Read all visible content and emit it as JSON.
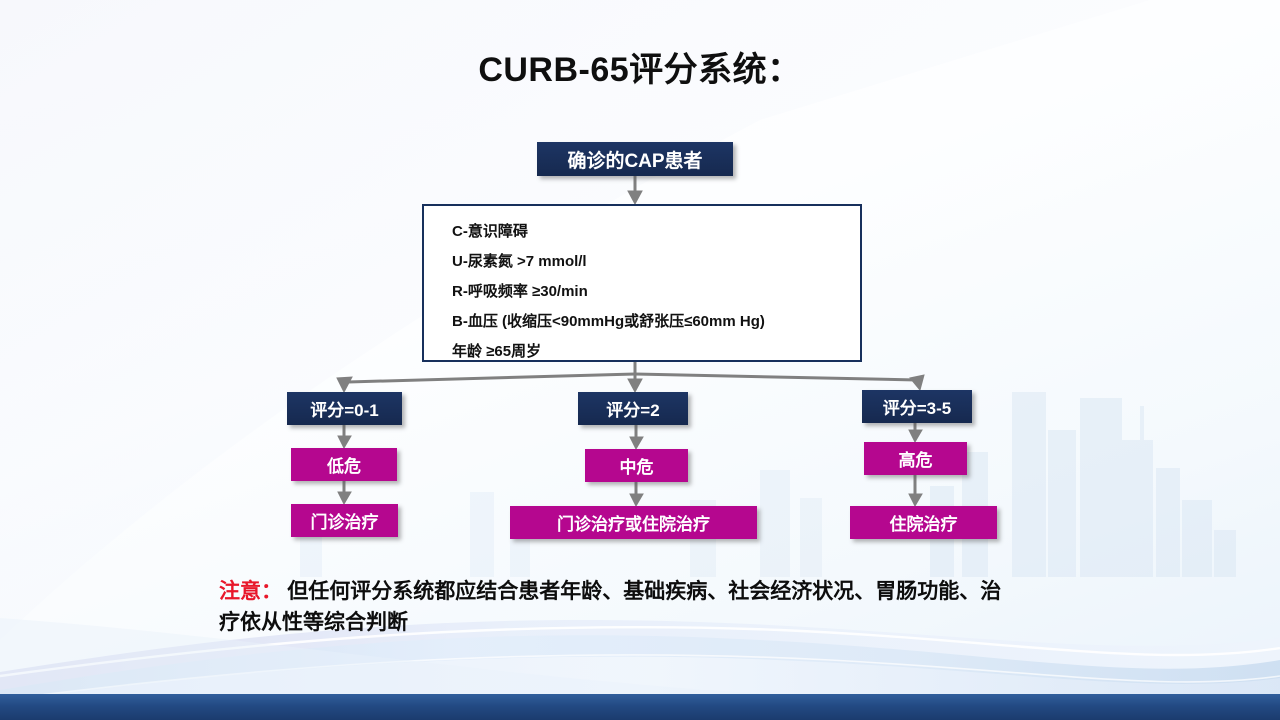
{
  "slide": {
    "title": "CURB-65评分系统："
  },
  "flow": {
    "root": {
      "label": "确诊的CAP患者"
    },
    "criteria": [
      "C-意识障碍",
      "U-尿素氮 >7 mmol/l",
      "R-呼吸频率 ≥30/min",
      "B-血压 (收缩压<90mmHg或舒张压≤60mm Hg)",
      "年龄 ≥65周岁"
    ],
    "branches": [
      {
        "score": "评分=0-1",
        "risk": "低危",
        "treatment": "门诊治疗"
      },
      {
        "score": "评分=2",
        "risk": "中危",
        "treatment": "门诊治疗或住院治疗"
      },
      {
        "score": "评分=3-5",
        "risk": "高危",
        "treatment": "住院治疗"
      }
    ]
  },
  "note": {
    "label": "注意：",
    "text": " 但任何评分系统都应结合患者年龄、基础疾病、社会经济状况、胃肠功能、治疗依从性等综合判断"
  },
  "colors": {
    "navy": "#1d3564",
    "magenta": "#b5078f",
    "connector": "#808080",
    "note_label": "#e8172a",
    "criteria_border": "#17305c",
    "footer_band": "#24497f"
  }
}
